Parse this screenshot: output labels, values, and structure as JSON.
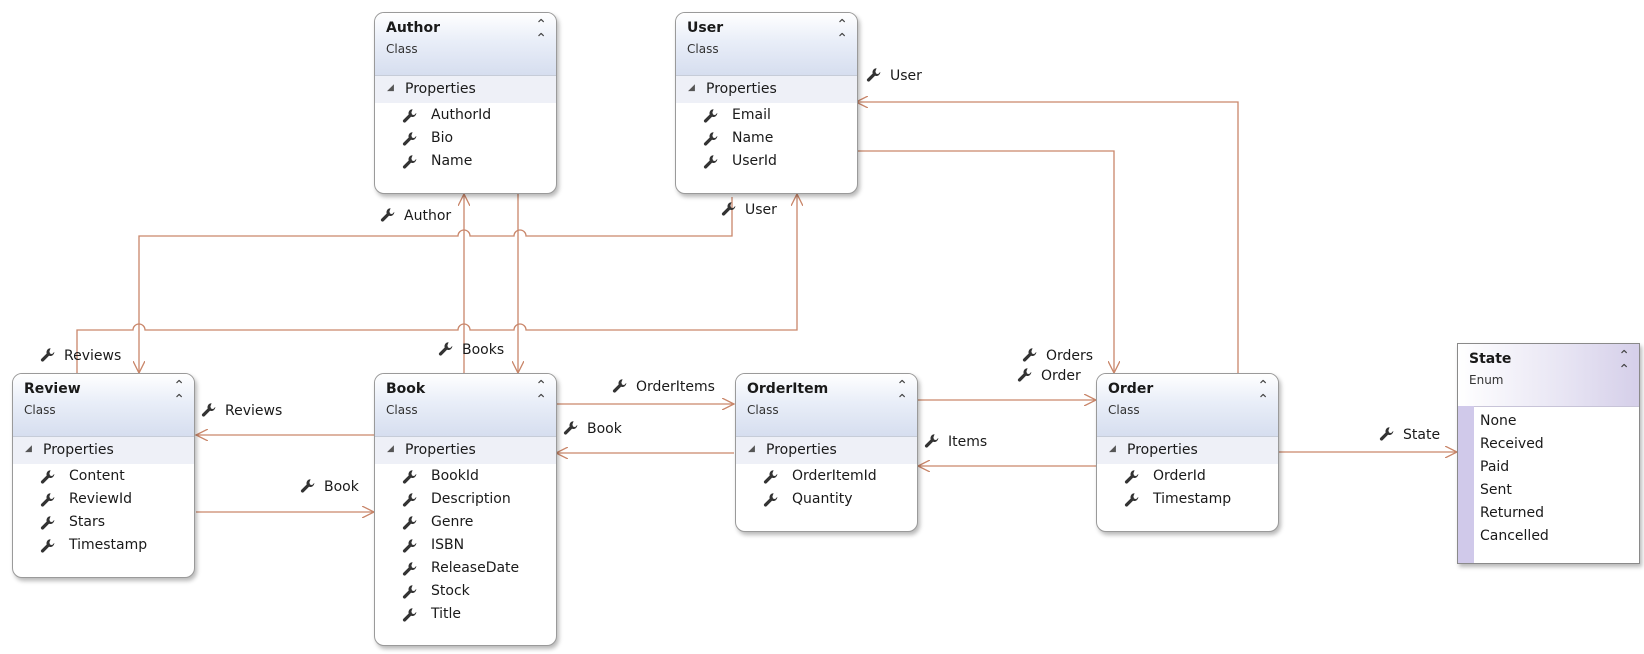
{
  "colors": {
    "connector": "#c9866a",
    "header_class": "#d6deef",
    "header_enum": "#d5cfe9"
  },
  "icons": {
    "property": "wrench-icon",
    "collapse": "chevron-up-double-icon",
    "section": "triangle-down-icon"
  },
  "section_label": "Properties",
  "classes": [
    {
      "name": "Author",
      "kind": "Class",
      "properties": [
        "AuthorId",
        "Bio",
        "Name"
      ]
    },
    {
      "name": "User",
      "kind": "Class",
      "properties": [
        "Email",
        "Name",
        "UserId"
      ]
    },
    {
      "name": "Review",
      "kind": "Class",
      "properties": [
        "Content",
        "ReviewId",
        "Stars",
        "Timestamp"
      ]
    },
    {
      "name": "Book",
      "kind": "Class",
      "properties": [
        "BookId",
        "Description",
        "Genre",
        "ISBN",
        "ReleaseDate",
        "Stock",
        "Title"
      ]
    },
    {
      "name": "OrderItem",
      "kind": "Class",
      "properties": [
        "OrderItemId",
        "Quantity"
      ]
    },
    {
      "name": "Order",
      "kind": "Class",
      "properties": [
        "OrderId",
        "Timestamp"
      ]
    }
  ],
  "enum": {
    "name": "State",
    "kind": "Enum",
    "values": [
      "None",
      "Received",
      "Paid",
      "Sent",
      "Returned",
      "Cancelled"
    ]
  },
  "associations": {
    "user_to_order": "User",
    "book_to_author": "Author",
    "review_to_user": "User",
    "review_to_book": "Reviews",
    "book_to_reviews": "Reviews",
    "author_to_books": "Books",
    "review_book": "Book",
    "book_orderitems": "OrderItems",
    "orderitem_book": "Book",
    "user_orders": "Orders",
    "orderitem_order": "Order",
    "order_items": "Items",
    "order_state": "State"
  }
}
